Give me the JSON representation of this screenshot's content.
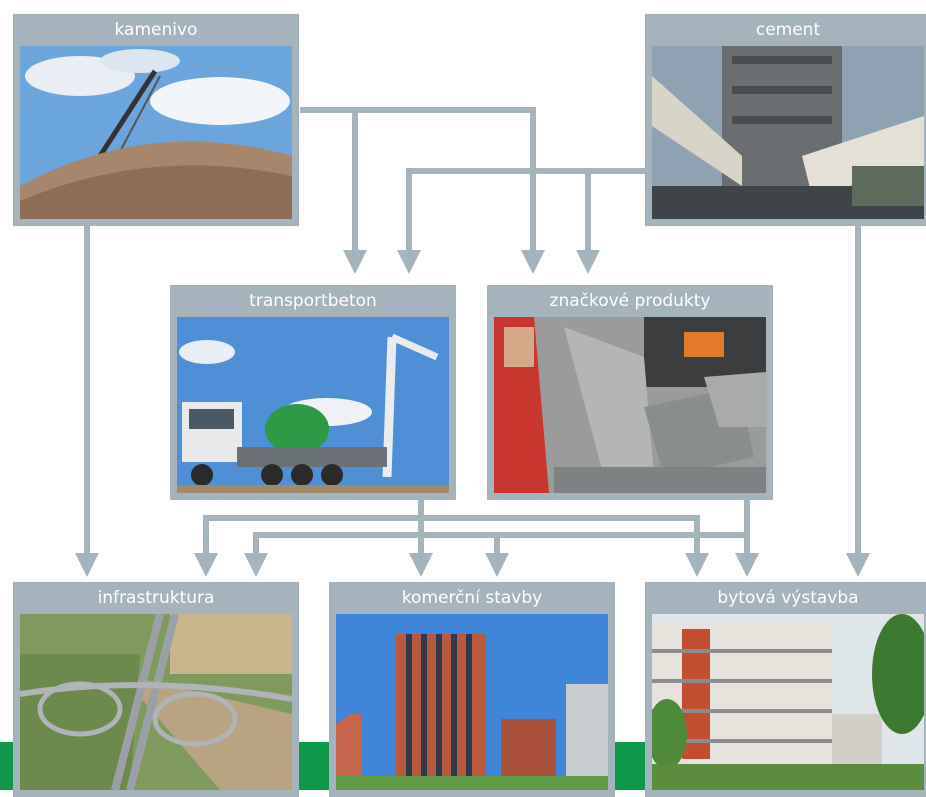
{
  "nodes": {
    "kamenivo": {
      "label": "kamenivo",
      "photo_icon": "gravel-pile-conveyor-photo"
    },
    "cement": {
      "label": "cement",
      "photo_icon": "cement-plant-kiln-photo"
    },
    "transportbeton": {
      "label": "transportbeton",
      "photo_icon": "concrete-mixer-truck-photo"
    },
    "znackove_produkty": {
      "label": "značkové produkty",
      "photo_icon": "pouring-concrete-into-tubs-photo"
    },
    "infrastruktura": {
      "label": "infrastruktura",
      "photo_icon": "highway-interchange-aerial-photo"
    },
    "komercni_stavby": {
      "label": "komerční stavby",
      "photo_icon": "commercial-office-building-photo"
    },
    "bytova_vystavba": {
      "label": "bytová výstavba",
      "photo_icon": "residential-apartment-building-photo"
    }
  },
  "edges": [
    {
      "from": "kamenivo",
      "to": "transportbeton"
    },
    {
      "from": "kamenivo",
      "to": "znackove_produkty"
    },
    {
      "from": "kamenivo",
      "to": "infrastruktura"
    },
    {
      "from": "cement",
      "to": "transportbeton"
    },
    {
      "from": "cement",
      "to": "znackove_produkty"
    },
    {
      "from": "cement",
      "to": "bytova_vystavba"
    },
    {
      "from": "transportbeton",
      "to": "infrastruktura"
    },
    {
      "from": "transportbeton",
      "to": "komercni_stavby"
    },
    {
      "from": "transportbeton",
      "to": "bytova_vystavba"
    },
    {
      "from": "znackove_produkty",
      "to": "infrastruktura"
    },
    {
      "from": "znackove_produkty",
      "to": "komercni_stavby"
    },
    {
      "from": "znackove_produkty",
      "to": "bytova_vystavba"
    }
  ],
  "colors": {
    "card": "#a5b3bc",
    "arrow": "#a5b3bc",
    "accent_green": "#0f9a4b",
    "title_text": "#ffffff"
  }
}
